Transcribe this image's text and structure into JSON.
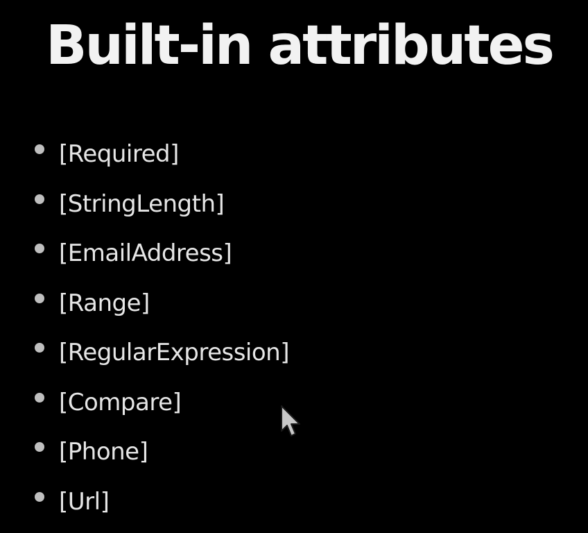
{
  "slide": {
    "title": "Built-in attributes",
    "items": [
      {
        "label": "[Required]"
      },
      {
        "label": "[StringLength]"
      },
      {
        "label": "[EmailAddress]"
      },
      {
        "label": "[Range]"
      },
      {
        "label": "[RegularExpression]"
      },
      {
        "label": "[Compare]"
      },
      {
        "label": "[Phone]"
      },
      {
        "label": "[Url]"
      }
    ]
  },
  "colors": {
    "background": "#000000",
    "title": "#f2f2f2",
    "text": "#e6e6e6",
    "bullet": "#bfbfbf"
  },
  "icons": {
    "cursor": "mouse-pointer-icon"
  }
}
